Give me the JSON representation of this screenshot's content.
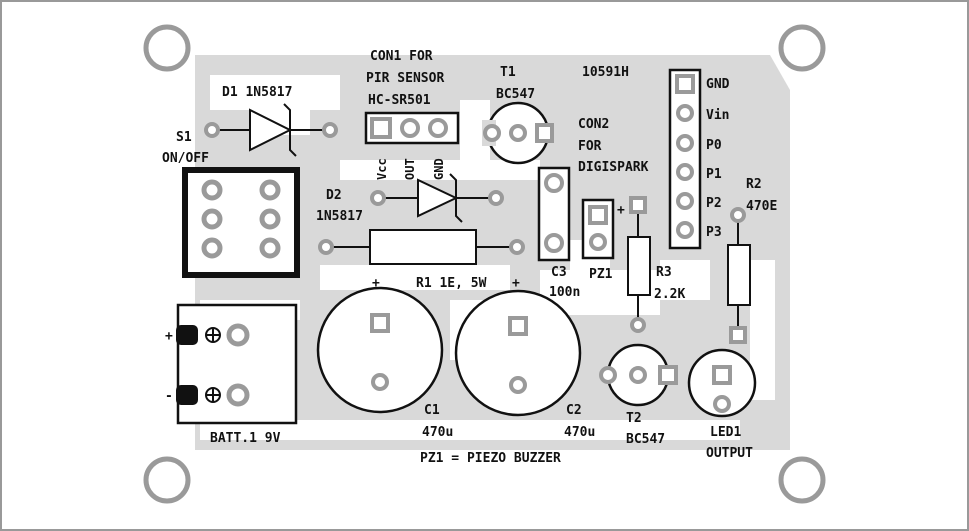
{
  "labels": {
    "con1": "CON1 FOR",
    "con1_line2": "PIR SENSOR",
    "con1_line3": "HC-SR501",
    "con1_pins": [
      "Vcc",
      "OUT",
      "GND"
    ],
    "t1_name": "T1",
    "t1_type": "BC547",
    "board_no": "10591H",
    "d1": "D1  1N5817",
    "s1": "S1",
    "s1_line2": "ON/OFF",
    "con2": "CON2",
    "con2_line2": "FOR",
    "con2_line3": "DIGISPARK",
    "con2_pins": [
      "GND",
      "Vin",
      "P0",
      "P1",
      "P2",
      "P3"
    ],
    "d2": "D2",
    "d2_type": "1N5817",
    "r2": "R2",
    "r2_value": "470E",
    "plus": "+",
    "r1": "R1  1E, 5W",
    "c3": "C3",
    "c3_value": "100n",
    "pz1": "PZ1",
    "r3": "R3",
    "r3_value": "2.2K",
    "batt_plus": "+",
    "batt_minus": "-",
    "batt": "BATT.1  9V",
    "c1": "C1",
    "c1_value": "470u",
    "c2": "C2",
    "c2_value": "470u",
    "t2": "T2",
    "t2_type": "BC547",
    "led1": "LED1",
    "led1_line2": "OUTPUT",
    "legend": "PZ1 = PIEZO BUZZER"
  },
  "colors": {
    "copper": "#d9d9d9",
    "outline": "#222222",
    "hole": "#9a9a9a"
  }
}
